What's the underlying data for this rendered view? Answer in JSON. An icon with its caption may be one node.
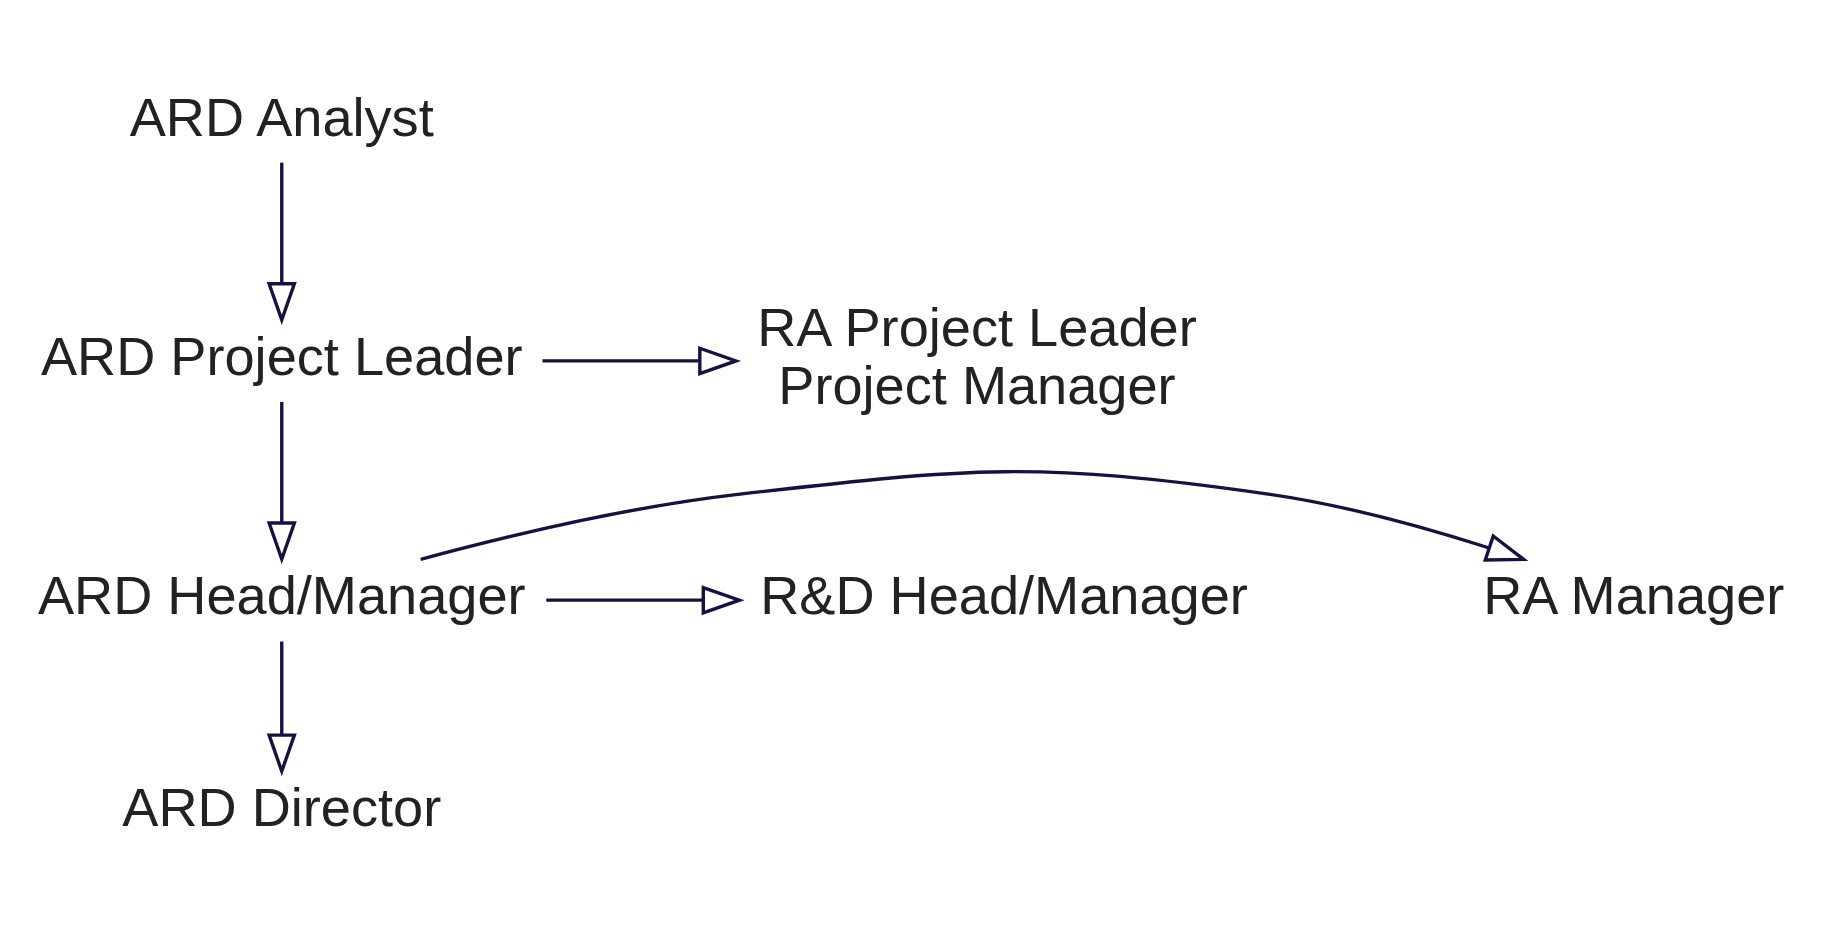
{
  "diagram": {
    "nodes": [
      {
        "text": [
          "ARD Analyst"
        ]
      },
      {
        "text": [
          "ARD Project Leader"
        ]
      },
      {
        "text": [
          "RA Project Leader",
          "Project Manager"
        ]
      },
      {
        "text": [
          "RA Manager"
        ]
      },
      {
        "text": [
          "ARD Head/Manager"
        ]
      },
      {
        "text": [
          "R&D Head/Manager"
        ]
      },
      {
        "text": [
          "ARD Director"
        ]
      }
    ],
    "edges": [
      {
        "from": 0,
        "to": 1,
        "arrow": "to"
      },
      {
        "from": 1,
        "to": 2,
        "arrow": "to"
      },
      {
        "from": 1,
        "to": 4,
        "arrow": "to"
      },
      {
        "from": 4,
        "to": 3,
        "arrow": "to"
      },
      {
        "from": 4,
        "to": 5,
        "arrow": "to"
      },
      {
        "from": 4,
        "to": 6,
        "arrow": "to"
      }
    ]
  }
}
